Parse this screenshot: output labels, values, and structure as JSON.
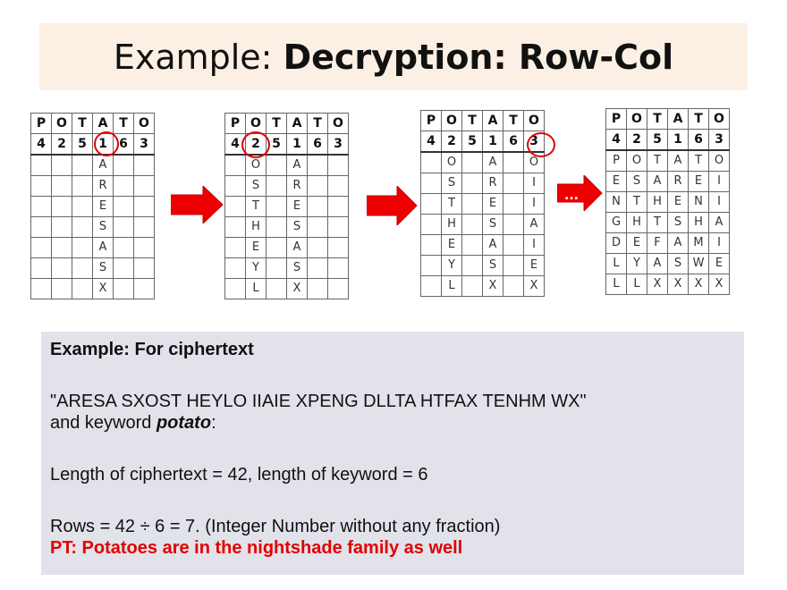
{
  "title": {
    "prefix": "Example: ",
    "bold": "Decryption: Row-Col"
  },
  "keyword_letters": [
    "P",
    "O",
    "T",
    "A",
    "T",
    "O"
  ],
  "key_numbers": [
    "4",
    "2",
    "5",
    "1",
    "6",
    "3"
  ],
  "continuation_dots": "...",
  "grids": [
    {
      "rows": [
        [
          "",
          "",
          "",
          "A",
          "",
          ""
        ],
        [
          "",
          "",
          "",
          "R",
          "",
          ""
        ],
        [
          "",
          "",
          "",
          "E",
          "",
          ""
        ],
        [
          "",
          "",
          "",
          "S",
          "",
          ""
        ],
        [
          "",
          "",
          "",
          "A",
          "",
          ""
        ],
        [
          "",
          "",
          "",
          "S",
          "",
          ""
        ],
        [
          "",
          "",
          "",
          "X",
          "",
          ""
        ]
      ]
    },
    {
      "rows": [
        [
          "",
          "O",
          "",
          "A",
          "",
          ""
        ],
        [
          "",
          "S",
          "",
          "R",
          "",
          ""
        ],
        [
          "",
          "T",
          "",
          "E",
          "",
          ""
        ],
        [
          "",
          "H",
          "",
          "S",
          "",
          ""
        ],
        [
          "",
          "E",
          "",
          "A",
          "",
          ""
        ],
        [
          "",
          "Y",
          "",
          "S",
          "",
          ""
        ],
        [
          "",
          "L",
          "",
          "X",
          "",
          ""
        ]
      ]
    },
    {
      "rows": [
        [
          "",
          "O",
          "",
          "A",
          "",
          "O"
        ],
        [
          "",
          "S",
          "",
          "R",
          "",
          "I"
        ],
        [
          "",
          "T",
          "",
          "E",
          "",
          "I"
        ],
        [
          "",
          "H",
          "",
          "S",
          "",
          "A"
        ],
        [
          "",
          "E",
          "",
          "A",
          "",
          "I"
        ],
        [
          "",
          "Y",
          "",
          "S",
          "",
          "E"
        ],
        [
          "",
          "L",
          "",
          "X",
          "",
          "X"
        ]
      ]
    },
    {
      "rows": [
        [
          "P",
          "O",
          "T",
          "A",
          "T",
          "O"
        ],
        [
          "E",
          "S",
          "A",
          "R",
          "E",
          "I"
        ],
        [
          "N",
          "T",
          "H",
          "E",
          "N",
          "I"
        ],
        [
          "G",
          "H",
          "T",
          "S",
          "H",
          "A"
        ],
        [
          "D",
          "E",
          "F",
          "A",
          "M",
          "I"
        ],
        [
          "L",
          "Y",
          "A",
          "S",
          "W",
          "E"
        ],
        [
          "L",
          "L",
          "X",
          "X",
          "X",
          "X"
        ]
      ]
    }
  ],
  "info": {
    "heading": "Example: For ciphertext",
    "ciphertext_line": "\"ARESA SXOST HEYLO IIAIE XPENG DLLTA HTFAX TENHM WX\"",
    "keyword_prefix": "and keyword ",
    "keyword": "potato",
    "keyword_suffix": ":",
    "length_line": "Length of ciphertext = 42, length of keyword = 6",
    "rows_line": "Rows = 42 ÷ 6 = 7. (Integer Number without any fraction)",
    "pt_line": "PT: Potatoes are in the nightshade family as well"
  },
  "colors": {
    "arrow": "#ee0000",
    "circle": "#e00000",
    "pt_text": "#e00000"
  }
}
